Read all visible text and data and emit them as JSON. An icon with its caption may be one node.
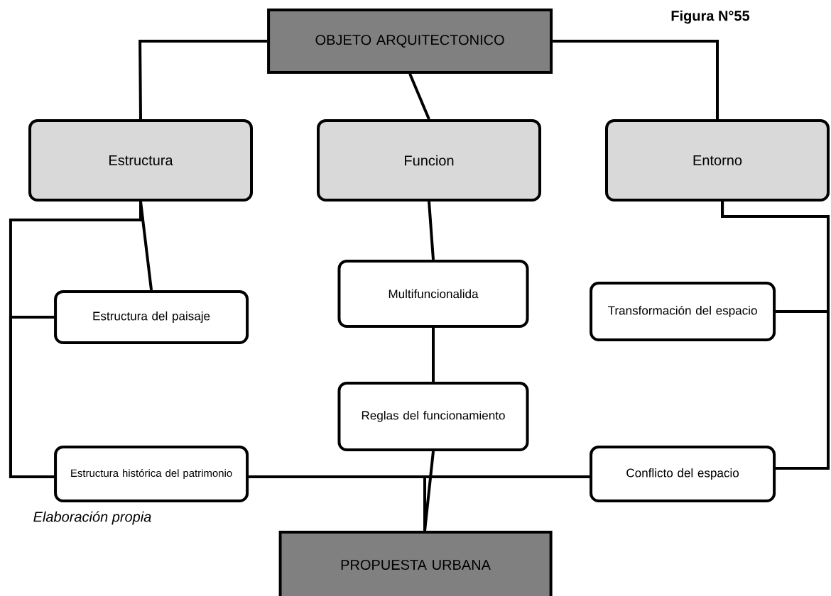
{
  "diagram": {
    "nodes": [
      {
        "text": [
          "OBJETO ARQUITECTONICO"
        ]
      },
      {
        "text": [
          "Estructura"
        ]
      },
      {
        "text": [
          "Funcion"
        ]
      },
      {
        "text": [
          "Entorno"
        ]
      },
      {
        "text": [
          "Estructura del paisaje"
        ]
      },
      {
        "text": [
          "Multifuncionalida"
        ]
      },
      {
        "text": [
          "Transformación del espacio"
        ]
      },
      {
        "text": [
          "Reglas del funcionamiento"
        ]
      },
      {
        "text": [
          "Estructura histórica del patrimonio"
        ]
      },
      {
        "text": [
          "Conflicto del espacio"
        ]
      },
      {
        "text": [
          "PROPUESTA URBANA"
        ]
      }
    ],
    "edges": [
      {
        "from": 0,
        "to": 1,
        "arrow": "none"
      },
      {
        "from": 0,
        "to": 2,
        "arrow": "none"
      },
      {
        "from": 0,
        "to": 3,
        "arrow": "none"
      },
      {
        "from": 1,
        "to": 4,
        "arrow": "none"
      },
      {
        "from": 1,
        "to": 8,
        "arrow": "none"
      },
      {
        "from": 4,
        "to": 8,
        "arrow": "none"
      },
      {
        "from": 2,
        "to": 5,
        "arrow": "none"
      },
      {
        "from": 5,
        "to": 7,
        "arrow": "none"
      },
      {
        "from": 7,
        "to": 10,
        "arrow": "none"
      },
      {
        "from": 8,
        "to": 10,
        "arrow": "none"
      },
      {
        "from": 9,
        "to": 10,
        "arrow": "none"
      },
      {
        "from": 3,
        "to": 6,
        "arrow": "none"
      },
      {
        "from": 3,
        "to": 9,
        "arrow": "none"
      }
    ],
    "labels": [
      "Figura N°55",
      "Elaboración propia"
    ]
  }
}
